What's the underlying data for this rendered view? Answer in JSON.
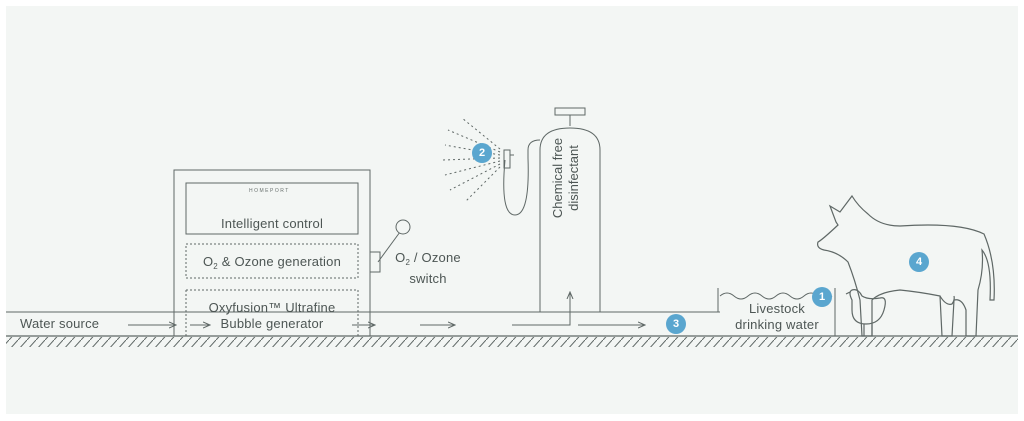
{
  "labels": {
    "water_source": "Water source",
    "brand": "HOMEPORT",
    "intelligent_control": "Intelligent control",
    "ozone_generation_prefix": "O",
    "ozone_generation_sub": "2",
    "ozone_generation_suffix": " & Ozone generation",
    "switch_prefix": "O",
    "switch_sub": "2",
    "switch_suffix": " / Ozone",
    "switch_line2": "switch",
    "bubble_line1": "Oxyfusion™ Ultrafine",
    "bubble_line2": "Bubble generator",
    "disinfectant_line1": "Chemical free",
    "disinfectant_line2": "disinfectant",
    "livestock_line1": "Livestock",
    "livestock_line2": "drinking water"
  },
  "badges": {
    "b1": "1",
    "b2": "2",
    "b3": "3",
    "b4": "4"
  },
  "colors": {
    "line": "#5f6866",
    "background": "#f3f6f4",
    "badge": "#5aa6cf"
  }
}
